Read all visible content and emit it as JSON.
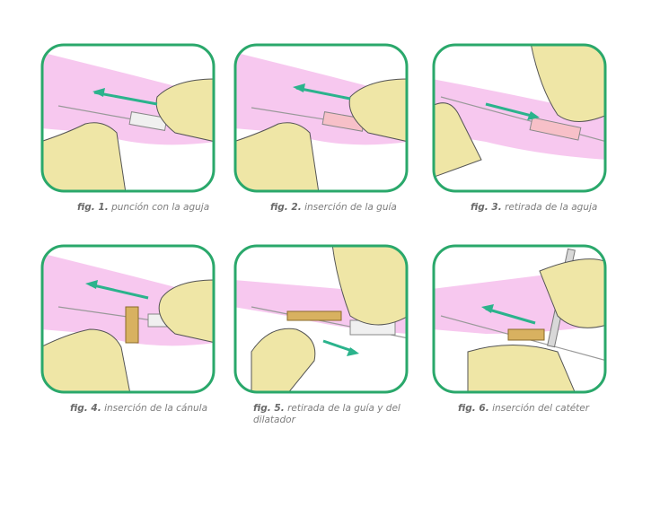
{
  "colors": {
    "frame": "#2aa86b",
    "skin": "#f7c8ef",
    "glove": "#efe6a6",
    "arrow": "#2bb38c",
    "hub": "#d8b160",
    "caption": "#7d7d7d"
  },
  "figures": [
    {
      "num": "fig. 1.",
      "text": "punción con la aguja"
    },
    {
      "num": "fig. 2.",
      "text": "inserción de la guía"
    },
    {
      "num": "fig. 3.",
      "text": "retirada de la aguja"
    },
    {
      "num": "fig. 4.",
      "text": "inserción de la cánula"
    },
    {
      "num": "fig. 5.",
      "text": "retirada de la guía y del dilatador"
    },
    {
      "num": "fig. 6.",
      "text": "inserción del catéter"
    }
  ]
}
